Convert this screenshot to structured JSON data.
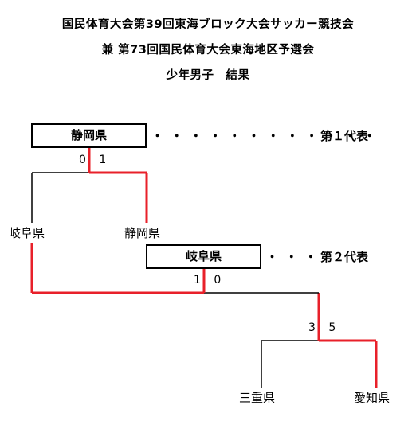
{
  "title": {
    "line1": "国民体育大会第39回東海ブロック大会サッカー競技会",
    "line2": "兼 第73回国民体育大会東海地区予選会",
    "line3": "少年男子　結果"
  },
  "winners": [
    {
      "team": "静岡県",
      "dots": "・・・・・・・・・・・・",
      "label": "第１代表"
    },
    {
      "team": "岐阜県",
      "dots": "・・・",
      "label": "第２代表"
    }
  ],
  "teams": {
    "gifu": "岐阜県",
    "shizuoka": "静岡県",
    "mie": "三重県",
    "aichi": "愛知県"
  },
  "scores": {
    "final": "0 1",
    "second_rep": "1 0",
    "first_round": "3 5"
  },
  "colors": {
    "winner_line": "#e8202a",
    "loser_line": "#000000"
  }
}
